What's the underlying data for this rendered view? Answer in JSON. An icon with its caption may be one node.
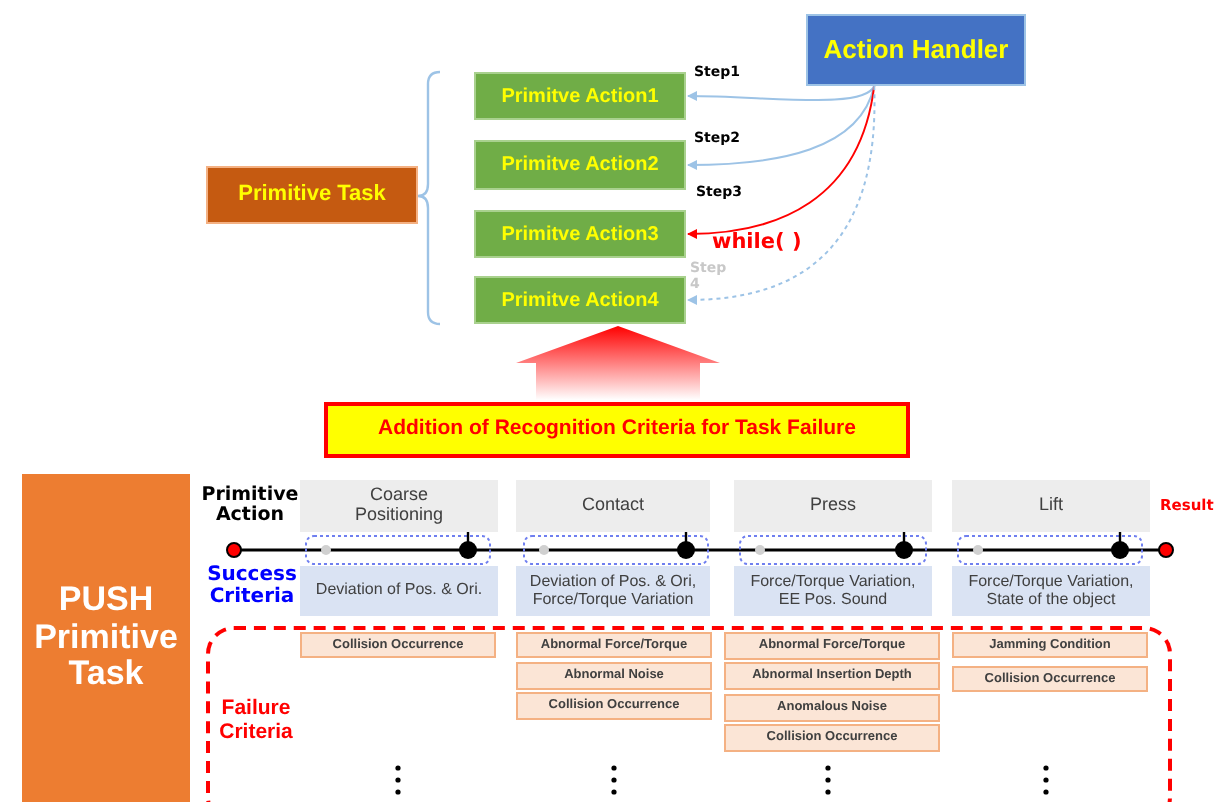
{
  "diagram": {
    "nodes": [
      {
        "text": [
          "Action Handler"
        ]
      },
      {
        "text": [
          "Primitive Task"
        ]
      },
      {
        "text": [
          "Primitve Action1"
        ]
      },
      {
        "text": [
          "Primitve Action2"
        ]
      },
      {
        "text": [
          "Primitve Action3"
        ]
      },
      {
        "text": [
          "Primitve Action4"
        ]
      },
      {
        "text": [
          "Addition of Recognition Criteria for Task Failure"
        ]
      },
      {
        "text": [
          "PUSH Primitive Task"
        ]
      },
      {
        "text": [
          "Coarse Positioning"
        ]
      },
      {
        "text": [
          "Contact"
        ]
      },
      {
        "text": [
          "Press"
        ]
      },
      {
        "text": [
          "Lift"
        ]
      },
      {
        "text": [
          "Deviation of Pos. & Ori."
        ]
      },
      {
        "text": [
          "Deviation of Pos. & Ori, Force/Torque Variation"
        ]
      },
      {
        "text": [
          "Force/Torque Variation, EE Pos. Sound"
        ]
      },
      {
        "text": [
          "Force/Torque Variation, State of the object"
        ]
      },
      {
        "text": [
          "Failure Criteria"
        ]
      },
      {
        "text": [
          "Collision Occurrence"
        ],
        "in": 16
      },
      {
        "text": [
          "Abnormal Force/Torque"
        ],
        "in": 16
      },
      {
        "text": [
          "Abnormal Noise"
        ],
        "in": 16
      },
      {
        "text": [
          "Collision Occurrence"
        ],
        "in": 16
      },
      {
        "text": [
          "Abnormal Force/Torque"
        ],
        "in": 16
      },
      {
        "text": [
          "Abnormal Insertion Depth"
        ],
        "in": 16
      },
      {
        "text": [
          "Anomalous Noise"
        ],
        "in": 16
      },
      {
        "text": [
          "Collision Occurrence"
        ],
        "in": 16
      },
      {
        "text": [
          "Jamming Condition"
        ],
        "in": 16
      },
      {
        "text": [
          "Collision Occurrence"
        ],
        "in": 16
      }
    ],
    "edges": [
      {
        "from": 0,
        "to": 2,
        "arrow": "to",
        "label": "Step1"
      },
      {
        "from": 0,
        "to": 3,
        "arrow": "to",
        "label": "Step2"
      },
      {
        "from": 0,
        "to": 4,
        "arrow": "to",
        "label": "Step3",
        "color": "#ff0000"
      },
      {
        "from": 0,
        "to": 5,
        "arrow": "to",
        "label": "Step 4",
        "style": "dashed"
      },
      {
        "from": 6,
        "to": 5,
        "arrow": "to",
        "style": "thick",
        "color": "#ff0000"
      }
    ],
    "labels": [
      "while( )",
      "Primitive Action",
      "Success Criteria",
      "Result"
    ]
  }
}
